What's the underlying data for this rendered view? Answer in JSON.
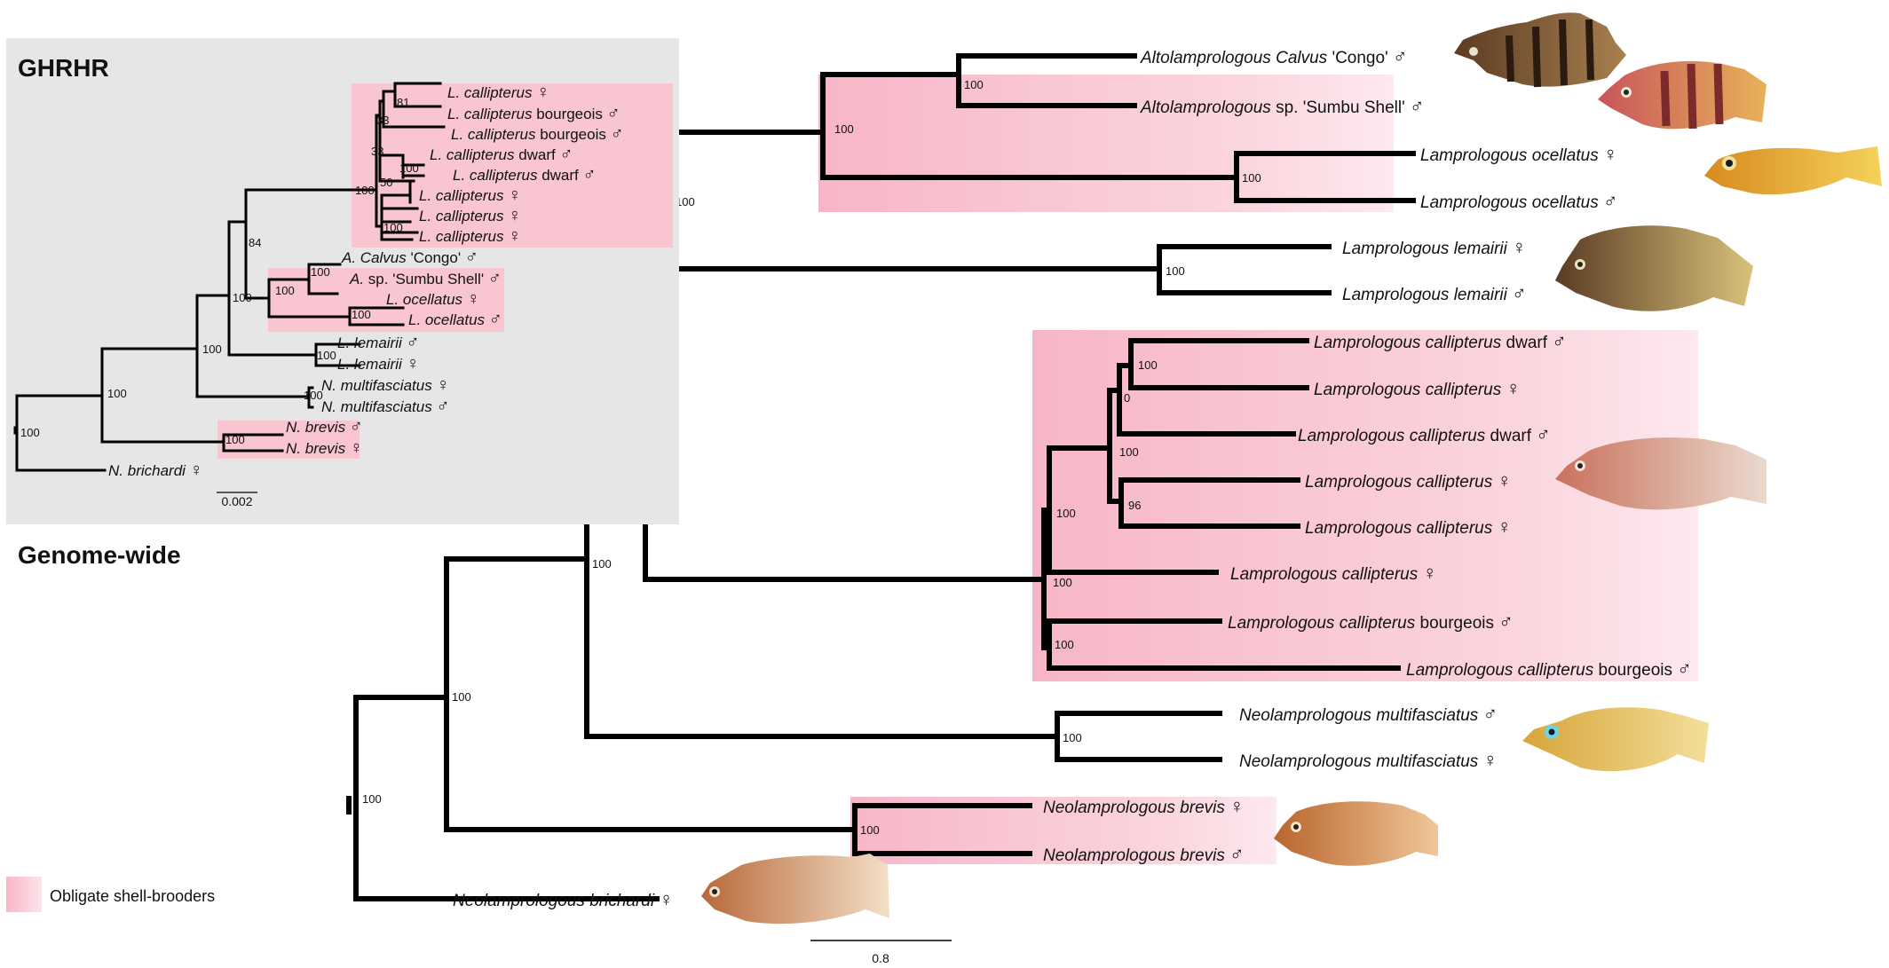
{
  "labels": {
    "gene_tree_title": "GHRHR",
    "genome_tree_title": "Genome-wide",
    "legend_label": "Obligate shell-brooders",
    "gene_scale_label": "0.002",
    "genome_scale_label": "0.8"
  },
  "colors": {
    "shell_brooder_highlight": "#f9c0cf",
    "gene_panel_background": "#e6e6e6",
    "branch": "#000000"
  },
  "genome_tree": {
    "tips": [
      {
        "genus": "Altolamprologous",
        "species": "Calvus",
        "suffix": "'Congo'",
        "sex": "♂"
      },
      {
        "genus": "Altolamprologous",
        "species": "",
        "suffix": "sp. 'Sumbu Shell'",
        "sex": "♂"
      },
      {
        "genus": "Lamprologous",
        "species": "ocellatus",
        "suffix": "",
        "sex": "♀"
      },
      {
        "genus": "Lamprologous",
        "species": "ocellatus",
        "suffix": "",
        "sex": "♂"
      },
      {
        "genus": "Lamprologous",
        "species": "lemairii",
        "suffix": "",
        "sex": "♀"
      },
      {
        "genus": "Lamprologous",
        "species": "lemairii",
        "suffix": "",
        "sex": "♂"
      },
      {
        "genus": "Lamprologous",
        "species": "callipterus",
        "suffix": "dwarf",
        "sex": "♂"
      },
      {
        "genus": "Lamprologous",
        "species": "callipterus",
        "suffix": "",
        "sex": "♀"
      },
      {
        "genus": "Lamprologous",
        "species": "callipterus",
        "suffix": "dwarf",
        "sex": "♂"
      },
      {
        "genus": "Lamprologous",
        "species": "callipterus",
        "suffix": "",
        "sex": "♀"
      },
      {
        "genus": "Lamprologous",
        "species": "callipterus",
        "suffix": "",
        "sex": "♀"
      },
      {
        "genus": "Lamprologous",
        "species": "callipterus",
        "suffix": "",
        "sex": "♀"
      },
      {
        "genus": "Lamprologous",
        "species": "callipterus",
        "suffix": "bourgeois",
        "sex": "♂"
      },
      {
        "genus": "Lamprologous",
        "species": "callipterus",
        "suffix": "bourgeois",
        "sex": "♂"
      },
      {
        "genus": "Neolamprologous",
        "species": "multifasciatus",
        "suffix": "",
        "sex": "♂"
      },
      {
        "genus": "Neolamprologous",
        "species": "multifasciatus",
        "suffix": "",
        "sex": "♀"
      },
      {
        "genus": "Neolamprologous",
        "species": "brevis",
        "suffix": "",
        "sex": "♀"
      },
      {
        "genus": "Neolamprologous",
        "species": "brevis",
        "suffix": "",
        "sex": "♂"
      },
      {
        "genus": "Neolamprologous",
        "species": "brichardi",
        "suffix": "",
        "sex": "♀"
      }
    ],
    "support_values": [
      "100",
      "100",
      "100",
      "100",
      "100",
      "100",
      "100",
      "0",
      "100",
      "96",
      "100",
      "100",
      "100",
      "100",
      "100",
      "100",
      "100",
      "100"
    ]
  },
  "gene_tree": {
    "tips": [
      {
        "genus": "L.",
        "species": "callipterus",
        "suffix": "",
        "sex": "♀"
      },
      {
        "genus": "L.",
        "species": "callipterus",
        "suffix": "bourgeois",
        "sex": "♂"
      },
      {
        "genus": "L.",
        "species": "callipterus",
        "suffix": "bourgeois",
        "sex": "♂"
      },
      {
        "genus": "L.",
        "species": "callipterus",
        "suffix": "dwarf",
        "sex": "♂"
      },
      {
        "genus": "L.",
        "species": "callipterus",
        "suffix": "dwarf",
        "sex": "♂"
      },
      {
        "genus": "L.",
        "species": "callipterus",
        "suffix": "",
        "sex": "♀"
      },
      {
        "genus": "L.",
        "species": "callipterus",
        "suffix": "",
        "sex": "♀"
      },
      {
        "genus": "L.",
        "species": "callipterus",
        "suffix": "",
        "sex": "♀"
      },
      {
        "genus": "A.",
        "species": "Calvus",
        "suffix": "'Congo'",
        "sex": "♂"
      },
      {
        "genus": "A.",
        "species": "",
        "suffix": "sp. 'Sumbu Shell'",
        "sex": "♂"
      },
      {
        "genus": "L.",
        "species": "ocellatus",
        "suffix": "",
        "sex": "♀"
      },
      {
        "genus": "L.",
        "species": "ocellatus",
        "suffix": "",
        "sex": "♂"
      },
      {
        "genus": "L.",
        "species": "lemairii",
        "suffix": "",
        "sex": "♂"
      },
      {
        "genus": "L.",
        "species": "lemairii",
        "suffix": "",
        "sex": "♀"
      },
      {
        "genus": "N.",
        "species": "multifasciatus",
        "suffix": "",
        "sex": "♀"
      },
      {
        "genus": "N.",
        "species": "multifasciatus",
        "suffix": "",
        "sex": "♂"
      },
      {
        "genus": "N.",
        "species": "brevis",
        "suffix": "",
        "sex": "♂"
      },
      {
        "genus": "N.",
        "species": "brevis",
        "suffix": "",
        "sex": "♀"
      },
      {
        "genus": "N.",
        "species": "brichardi",
        "suffix": "",
        "sex": "♀"
      }
    ],
    "support_values": [
      "81",
      "33",
      "33",
      "100",
      "50",
      "100",
      "100",
      "84",
      "100",
      "100",
      "100",
      "100",
      "100",
      "100",
      "100",
      "100",
      "100"
    ]
  }
}
